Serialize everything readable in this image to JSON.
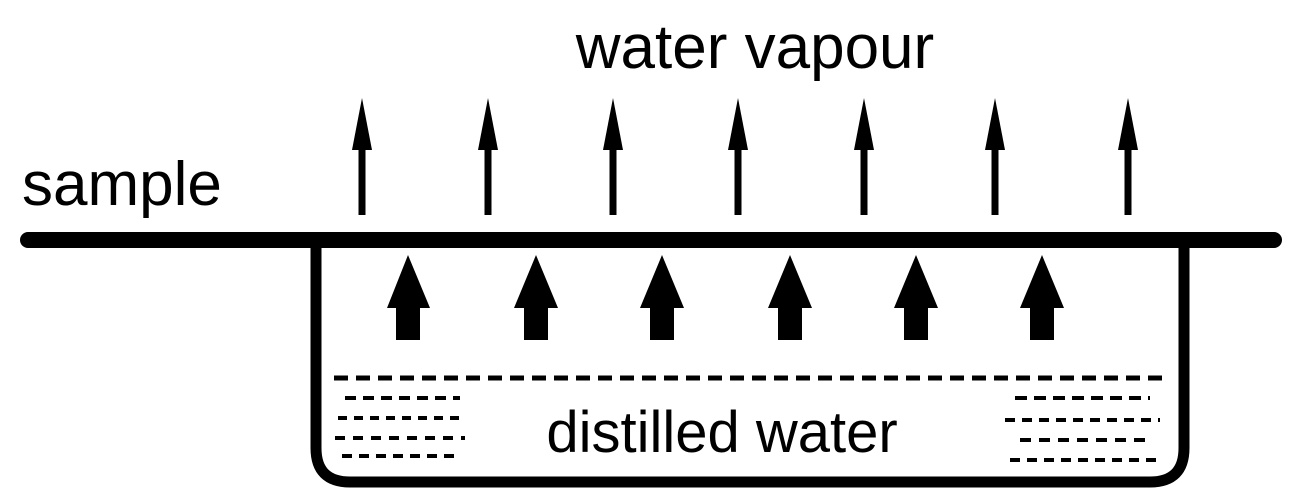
{
  "labels": {
    "top": "water vapour",
    "left": "sample",
    "bottom": "distilled water"
  },
  "colors": {
    "ink": "#000000",
    "background": "#ffffff"
  },
  "arrows": {
    "upper_count": 7,
    "lower_count": 6
  }
}
